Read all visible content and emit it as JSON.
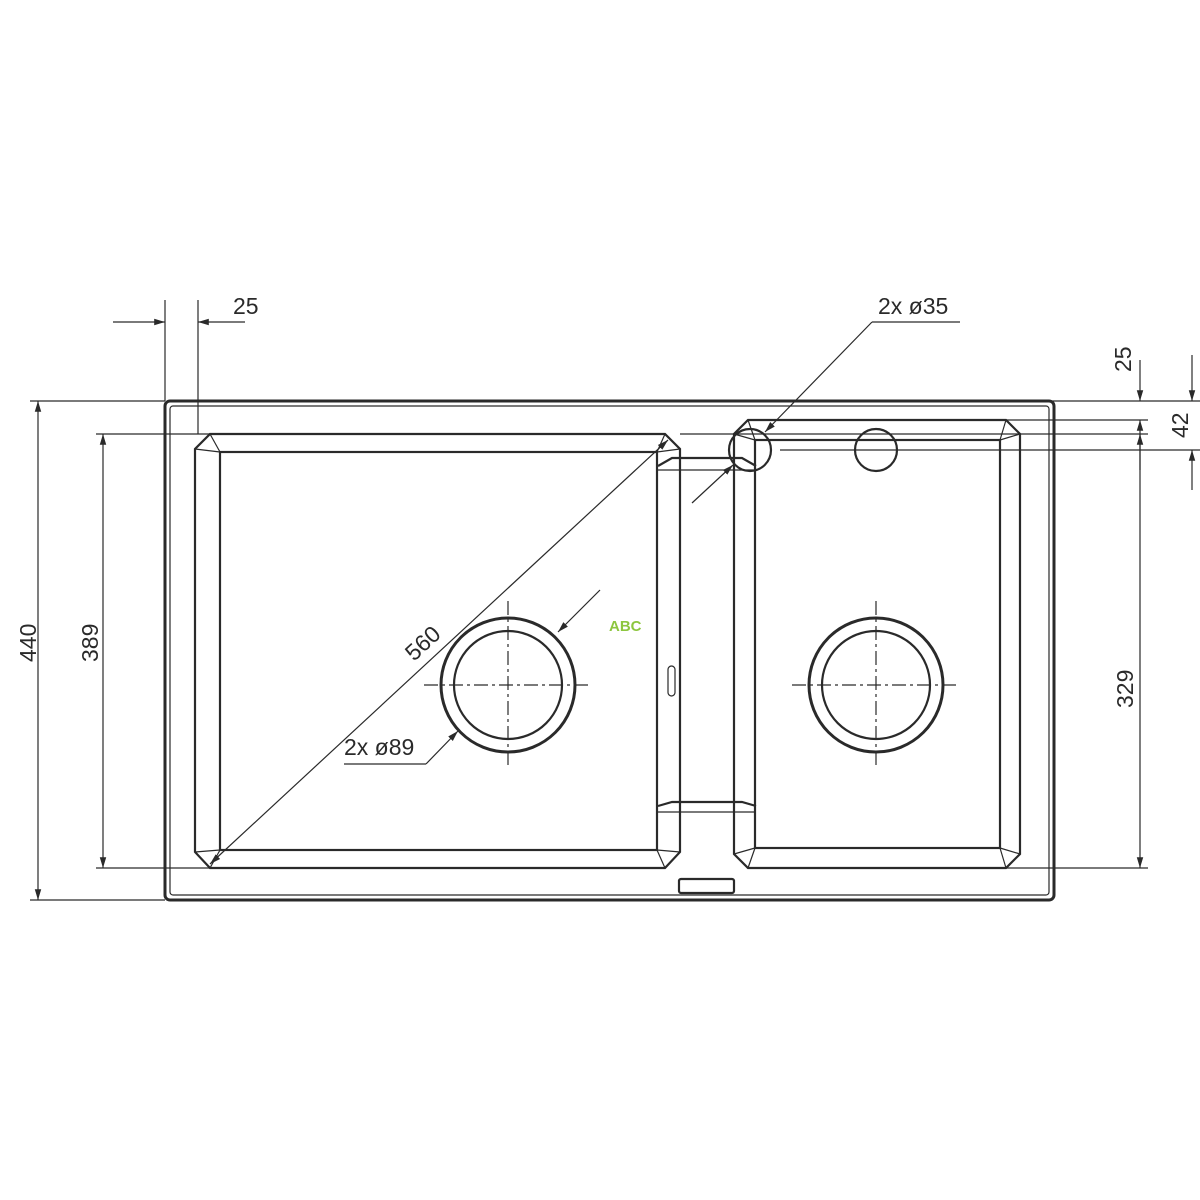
{
  "dimensions": {
    "overall_width_hint": "560",
    "left_margin": "25",
    "tap_holes": "2x ø35",
    "top_margin": "25",
    "tap_offset": "42",
    "overall_depth": "440",
    "large_bowl_depth": "389",
    "small_bowl_depth": "329",
    "drains": "2x ø89"
  },
  "watermark": {
    "text": "ABC",
    "color": "#8dc63f"
  }
}
